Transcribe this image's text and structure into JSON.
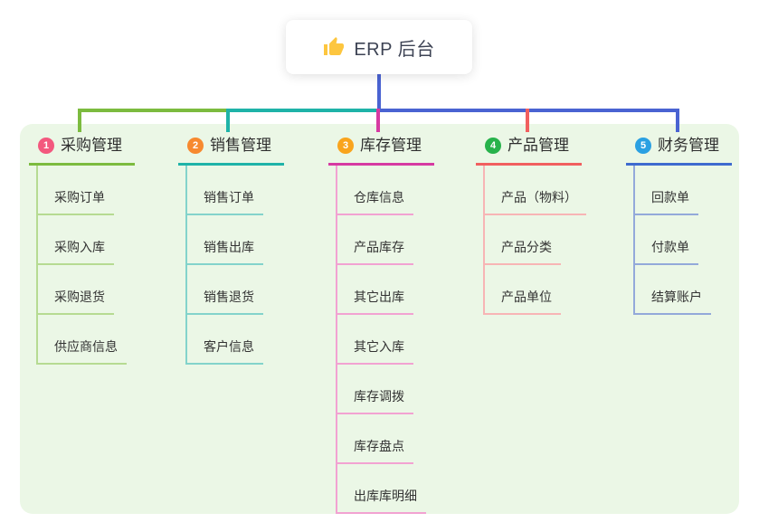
{
  "root": {
    "title": "ERP 后台",
    "icon": "thumbs-up"
  },
  "panel": {
    "background": "#EBF7E6"
  },
  "connector_colors": {
    "root_drop": "#4A63D2",
    "bus_left": "#7CBB3F",
    "bus_middle": "#1FB3A8",
    "bus_right": "#4A63D2"
  },
  "branches": [
    {
      "num": "1",
      "label": "采购管理",
      "badge_color": "#F3587E",
      "line_color": "#7CBB3F",
      "child_line_color": "#B6DB92",
      "children": [
        "采购订单",
        "采购入库",
        "采购退货",
        "供应商信息"
      ]
    },
    {
      "num": "2",
      "label": "销售管理",
      "badge_color": "#F7892F",
      "line_color": "#1FB3A8",
      "child_line_color": "#83D3CB",
      "children": [
        "销售订单",
        "销售出库",
        "销售退货",
        "客户信息"
      ]
    },
    {
      "num": "3",
      "label": "库存管理",
      "badge_color": "#F9A41D",
      "line_color": "#D63AA2",
      "child_line_color": "#F2A2D2",
      "children": [
        "仓库信息",
        "产品库存",
        "其它出库",
        "其它入库",
        "库存调拨",
        "库存盘点",
        "出库库明细"
      ]
    },
    {
      "num": "4",
      "label": "产品管理",
      "badge_color": "#27B24B",
      "line_color": "#F15F5F",
      "child_line_color": "#F7B5B5",
      "children": [
        "产品（物料）",
        "产品分类",
        "产品单位"
      ]
    },
    {
      "num": "5",
      "label": "财务管理",
      "badge_color": "#2AA0E2",
      "line_color": "#3E6BCF",
      "child_line_color": "#93A9DA",
      "children": [
        "回款单",
        "付款单",
        "结算账户"
      ]
    }
  ]
}
